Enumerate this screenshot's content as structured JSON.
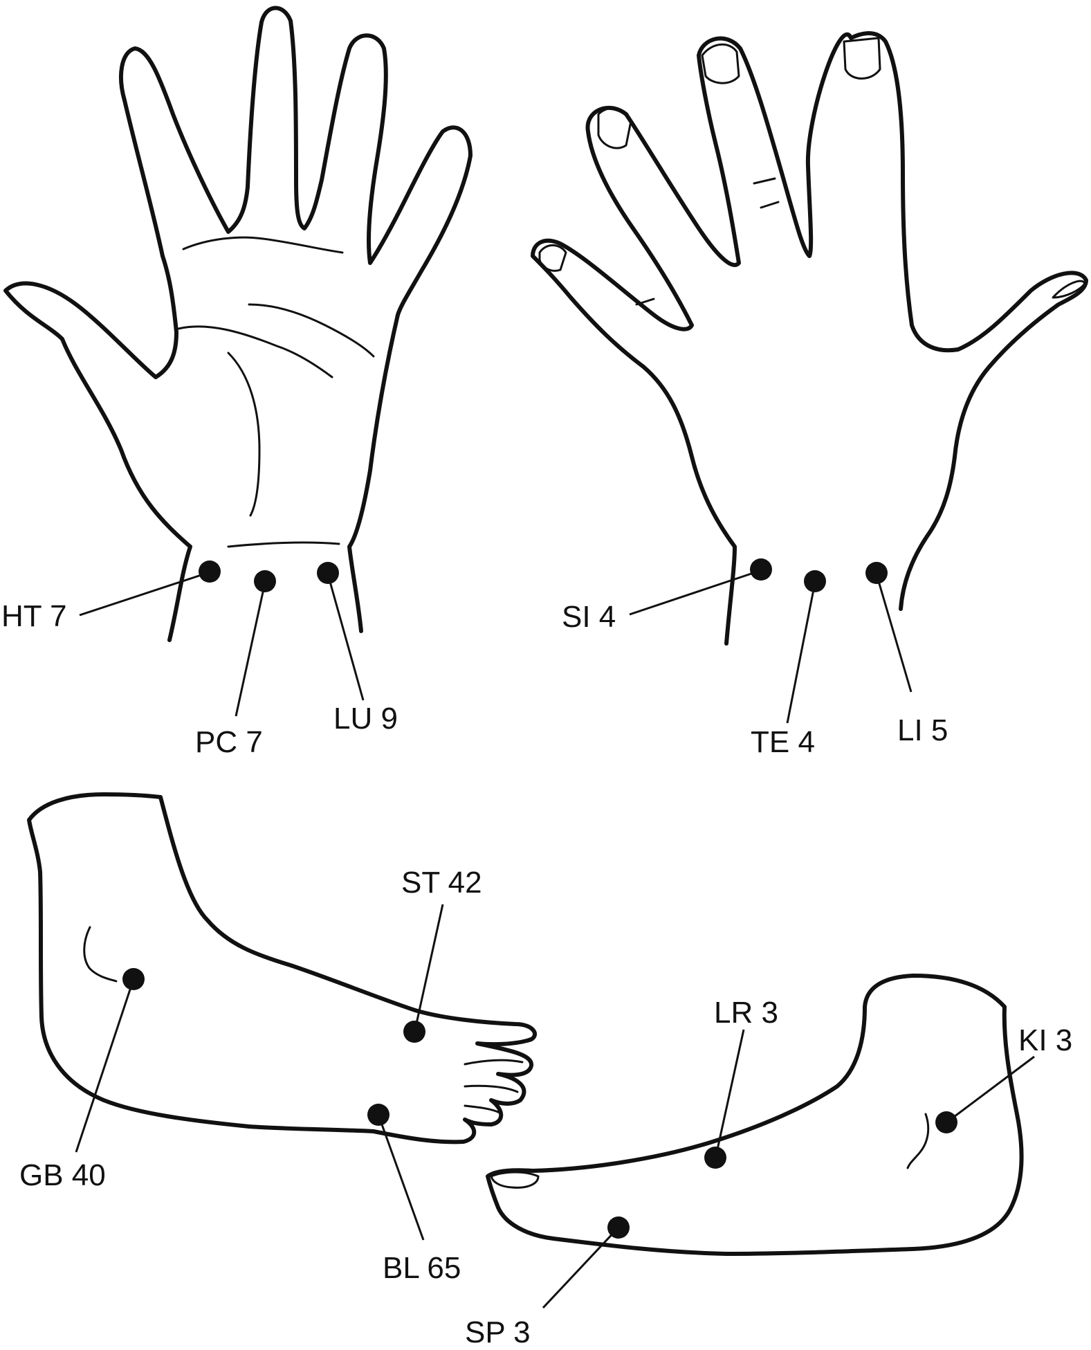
{
  "diagram": {
    "colors": {
      "ink": "#111111",
      "background": "#ffffff"
    },
    "palm_hand": {
      "points": [
        {
          "id": "ht7",
          "label": "HT 7"
        },
        {
          "id": "pc7",
          "label": "PC 7"
        },
        {
          "id": "lu9",
          "label": "LU 9"
        }
      ]
    },
    "back_hand": {
      "points": [
        {
          "id": "si4",
          "label": "SI 4"
        },
        {
          "id": "te4",
          "label": "TE 4"
        },
        {
          "id": "li5",
          "label": "LI 5"
        }
      ]
    },
    "lateral_foot": {
      "points": [
        {
          "id": "st42",
          "label": "ST 42"
        },
        {
          "id": "gb40",
          "label": "GB 40"
        },
        {
          "id": "bl65",
          "label": "BL 65"
        }
      ]
    },
    "medial_foot": {
      "points": [
        {
          "id": "lr3",
          "label": "LR 3"
        },
        {
          "id": "ki3",
          "label": "KI 3"
        },
        {
          "id": "sp3",
          "label": "SP 3"
        }
      ]
    }
  }
}
